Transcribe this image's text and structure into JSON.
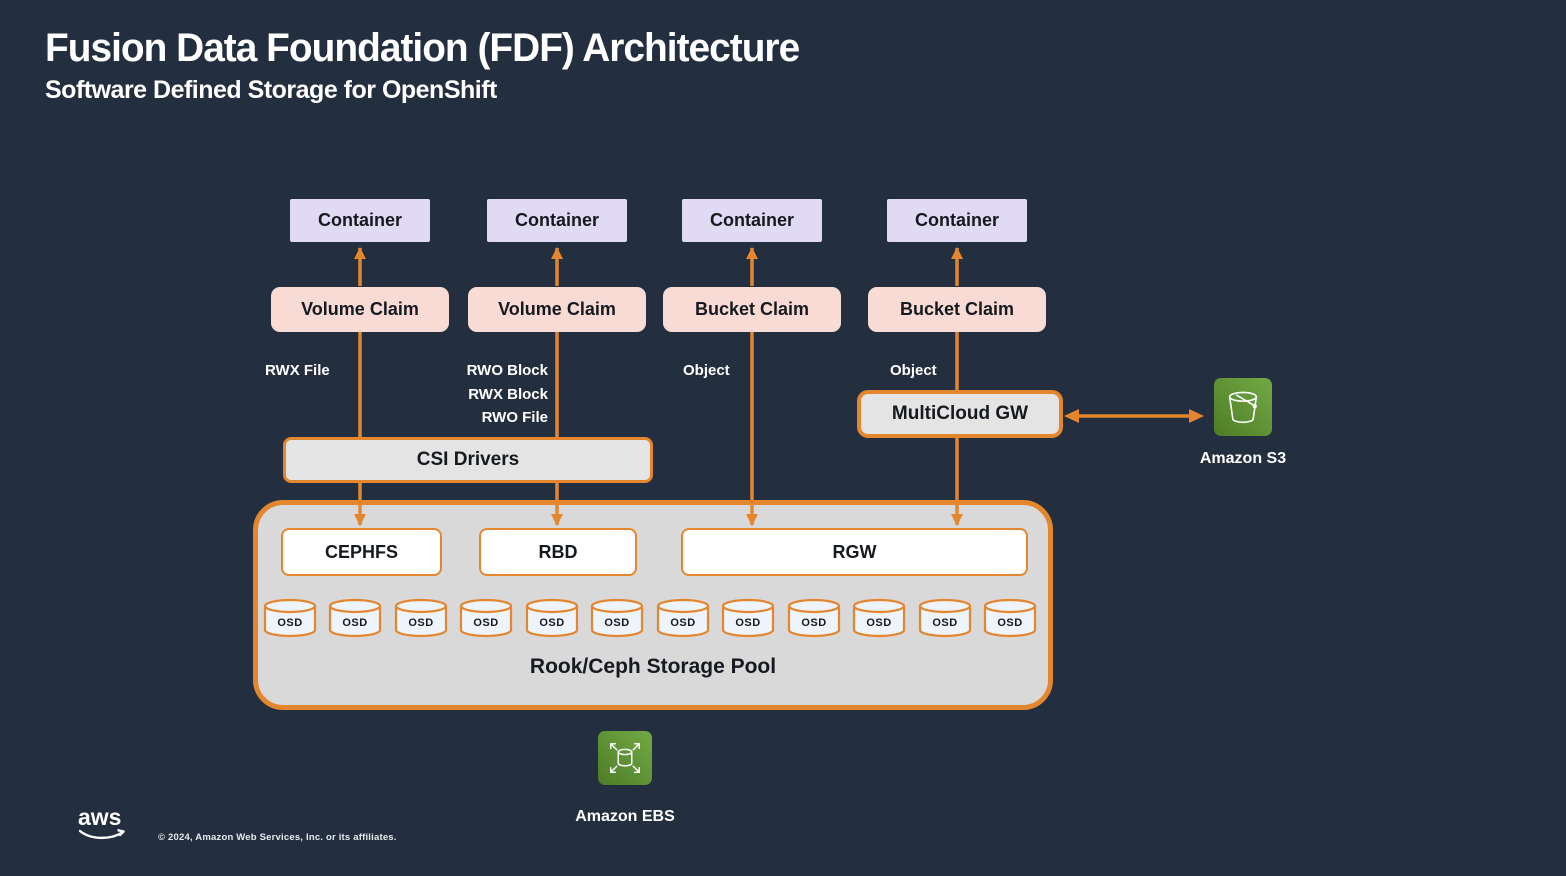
{
  "title": "Fusion Data Foundation (FDF) Architecture",
  "subtitle": "Software Defined Storage for OpenShift",
  "columns": [
    {
      "container": "Container",
      "claim": "Volume Claim",
      "protocols": [
        "RWX File"
      ]
    },
    {
      "container": "Container",
      "claim": "Volume Claim",
      "protocols": [
        "RWO Block",
        "RWX Block",
        "RWO File"
      ]
    },
    {
      "container": "Container",
      "claim": "Bucket Claim",
      "protocols": [
        "Object"
      ]
    },
    {
      "container": "Container",
      "claim": "Bucket Claim",
      "protocols": [
        "Object"
      ]
    }
  ],
  "csi_drivers": {
    "label": "CSI Drivers"
  },
  "multicloud_gw": {
    "label": "MultiCloud GW"
  },
  "s3": {
    "label": "Amazon S3",
    "icon": "s3-bucket-icon"
  },
  "ebs": {
    "label": "Amazon EBS",
    "icon": "ebs-volume-icon"
  },
  "pool": {
    "title": "Rook/Ceph Storage Pool",
    "services": [
      {
        "label": "CEPHFS"
      },
      {
        "label": "RBD"
      },
      {
        "label": "RGW"
      }
    ],
    "osd_label": "OSD",
    "osd_count": 12
  },
  "footer": {
    "logo_text": "aws",
    "copyright": "© 2024, Amazon Web Services, Inc. or its affiliates."
  },
  "colors": {
    "bg": "#232F3E",
    "orange": "#E4862E",
    "lavender": "#E0DAF4",
    "pink": "#F9DBD6",
    "panel_gray": "#E4E4E4",
    "pool_gray": "#D9D9D9",
    "osd_fill": "#EDF4FB",
    "green_dark": "#4E7C27",
    "green_light": "#72A944",
    "text_dark": "#16191F",
    "text_light": "#FFFFFF"
  }
}
